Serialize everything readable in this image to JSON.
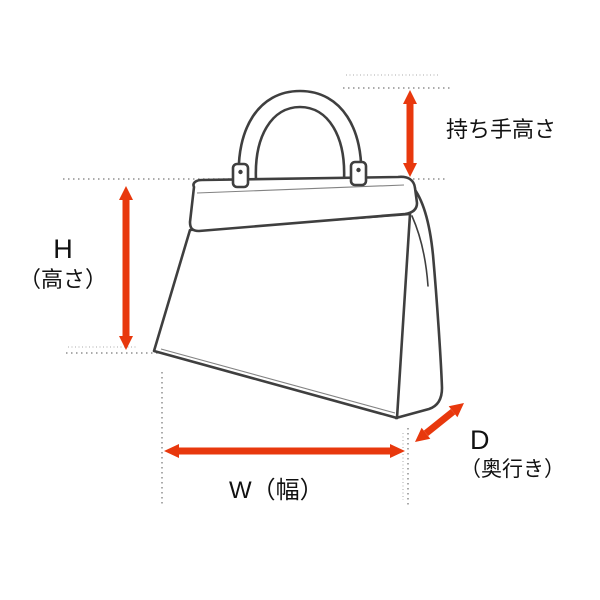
{
  "diagram": {
    "labels": {
      "handle_height": "持ち手高さ",
      "height_symbol": "H",
      "height_name": "（高さ）",
      "width": "W（幅）",
      "depth_symbol": "D",
      "depth_name": "（奥行き）"
    },
    "colors": {
      "arrow": "#e8380d",
      "outline": "#3f3f3f",
      "guide": "#8f8f8f",
      "background": "#ffffff"
    }
  }
}
